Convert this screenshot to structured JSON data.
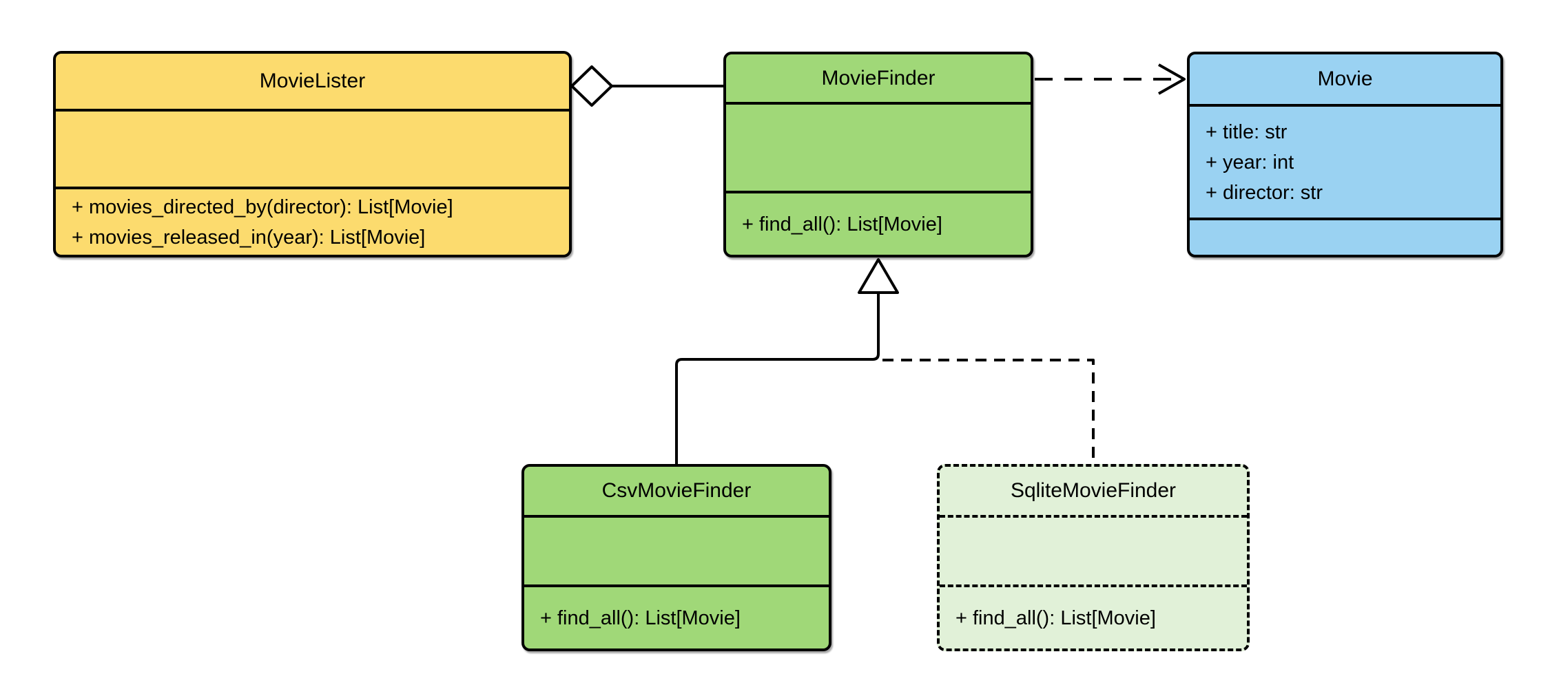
{
  "diagram": {
    "kind": "uml-class-diagram",
    "colors": {
      "background": "#FFFFFF",
      "stroke": "#000000",
      "text": "#000000",
      "yellow_fill": "#FCDB6E",
      "green_fill": "#A0D878",
      "blue_fill": "#9AD2F2",
      "pale_green_fill": "#E1F1D8"
    },
    "classes": [
      {
        "name": "MovieLister",
        "fill": "#FCDB6E",
        "border_style": "solid",
        "attributes": [],
        "methods": [
          "+ movies_directed_by(director): List[Movie]",
          "+ movies_released_in(year): List[Movie]"
        ]
      },
      {
        "name": "MovieFinder",
        "fill": "#A0D878",
        "border_style": "solid",
        "attributes": [],
        "methods": [
          "+ find_all(): List[Movie]"
        ]
      },
      {
        "name": "Movie",
        "fill": "#9AD2F2",
        "border_style": "solid",
        "attributes": [
          "+ title: str",
          "+ year: int",
          "+ director: str"
        ],
        "methods": []
      },
      {
        "name": "CsvMovieFinder",
        "fill": "#A0D878",
        "border_style": "solid",
        "attributes": [],
        "methods": [
          "+ find_all(): List[Movie]"
        ]
      },
      {
        "name": "SqliteMovieFinder",
        "fill": "#E1F1D8",
        "border_style": "dashed",
        "attributes": [],
        "methods": [
          "+ find_all(): List[Movie]"
        ]
      }
    ],
    "relationships": [
      {
        "type": "aggregation",
        "from": "MovieLister",
        "to": "MovieFinder",
        "line_style": "solid",
        "marker": "hollow-diamond-at-movielister"
      },
      {
        "type": "dependency",
        "from": "MovieFinder",
        "to": "Movie",
        "line_style": "dashed",
        "marker": "open-arrow-at-movie"
      },
      {
        "type": "generalization",
        "from": "CsvMovieFinder",
        "to": "MovieFinder",
        "line_style": "solid",
        "marker": "hollow-triangle-at-moviefinder"
      },
      {
        "type": "realization",
        "from": "SqliteMovieFinder",
        "to": "MovieFinder",
        "line_style": "dashed",
        "marker": "hollow-triangle-at-moviefinder"
      }
    ]
  }
}
